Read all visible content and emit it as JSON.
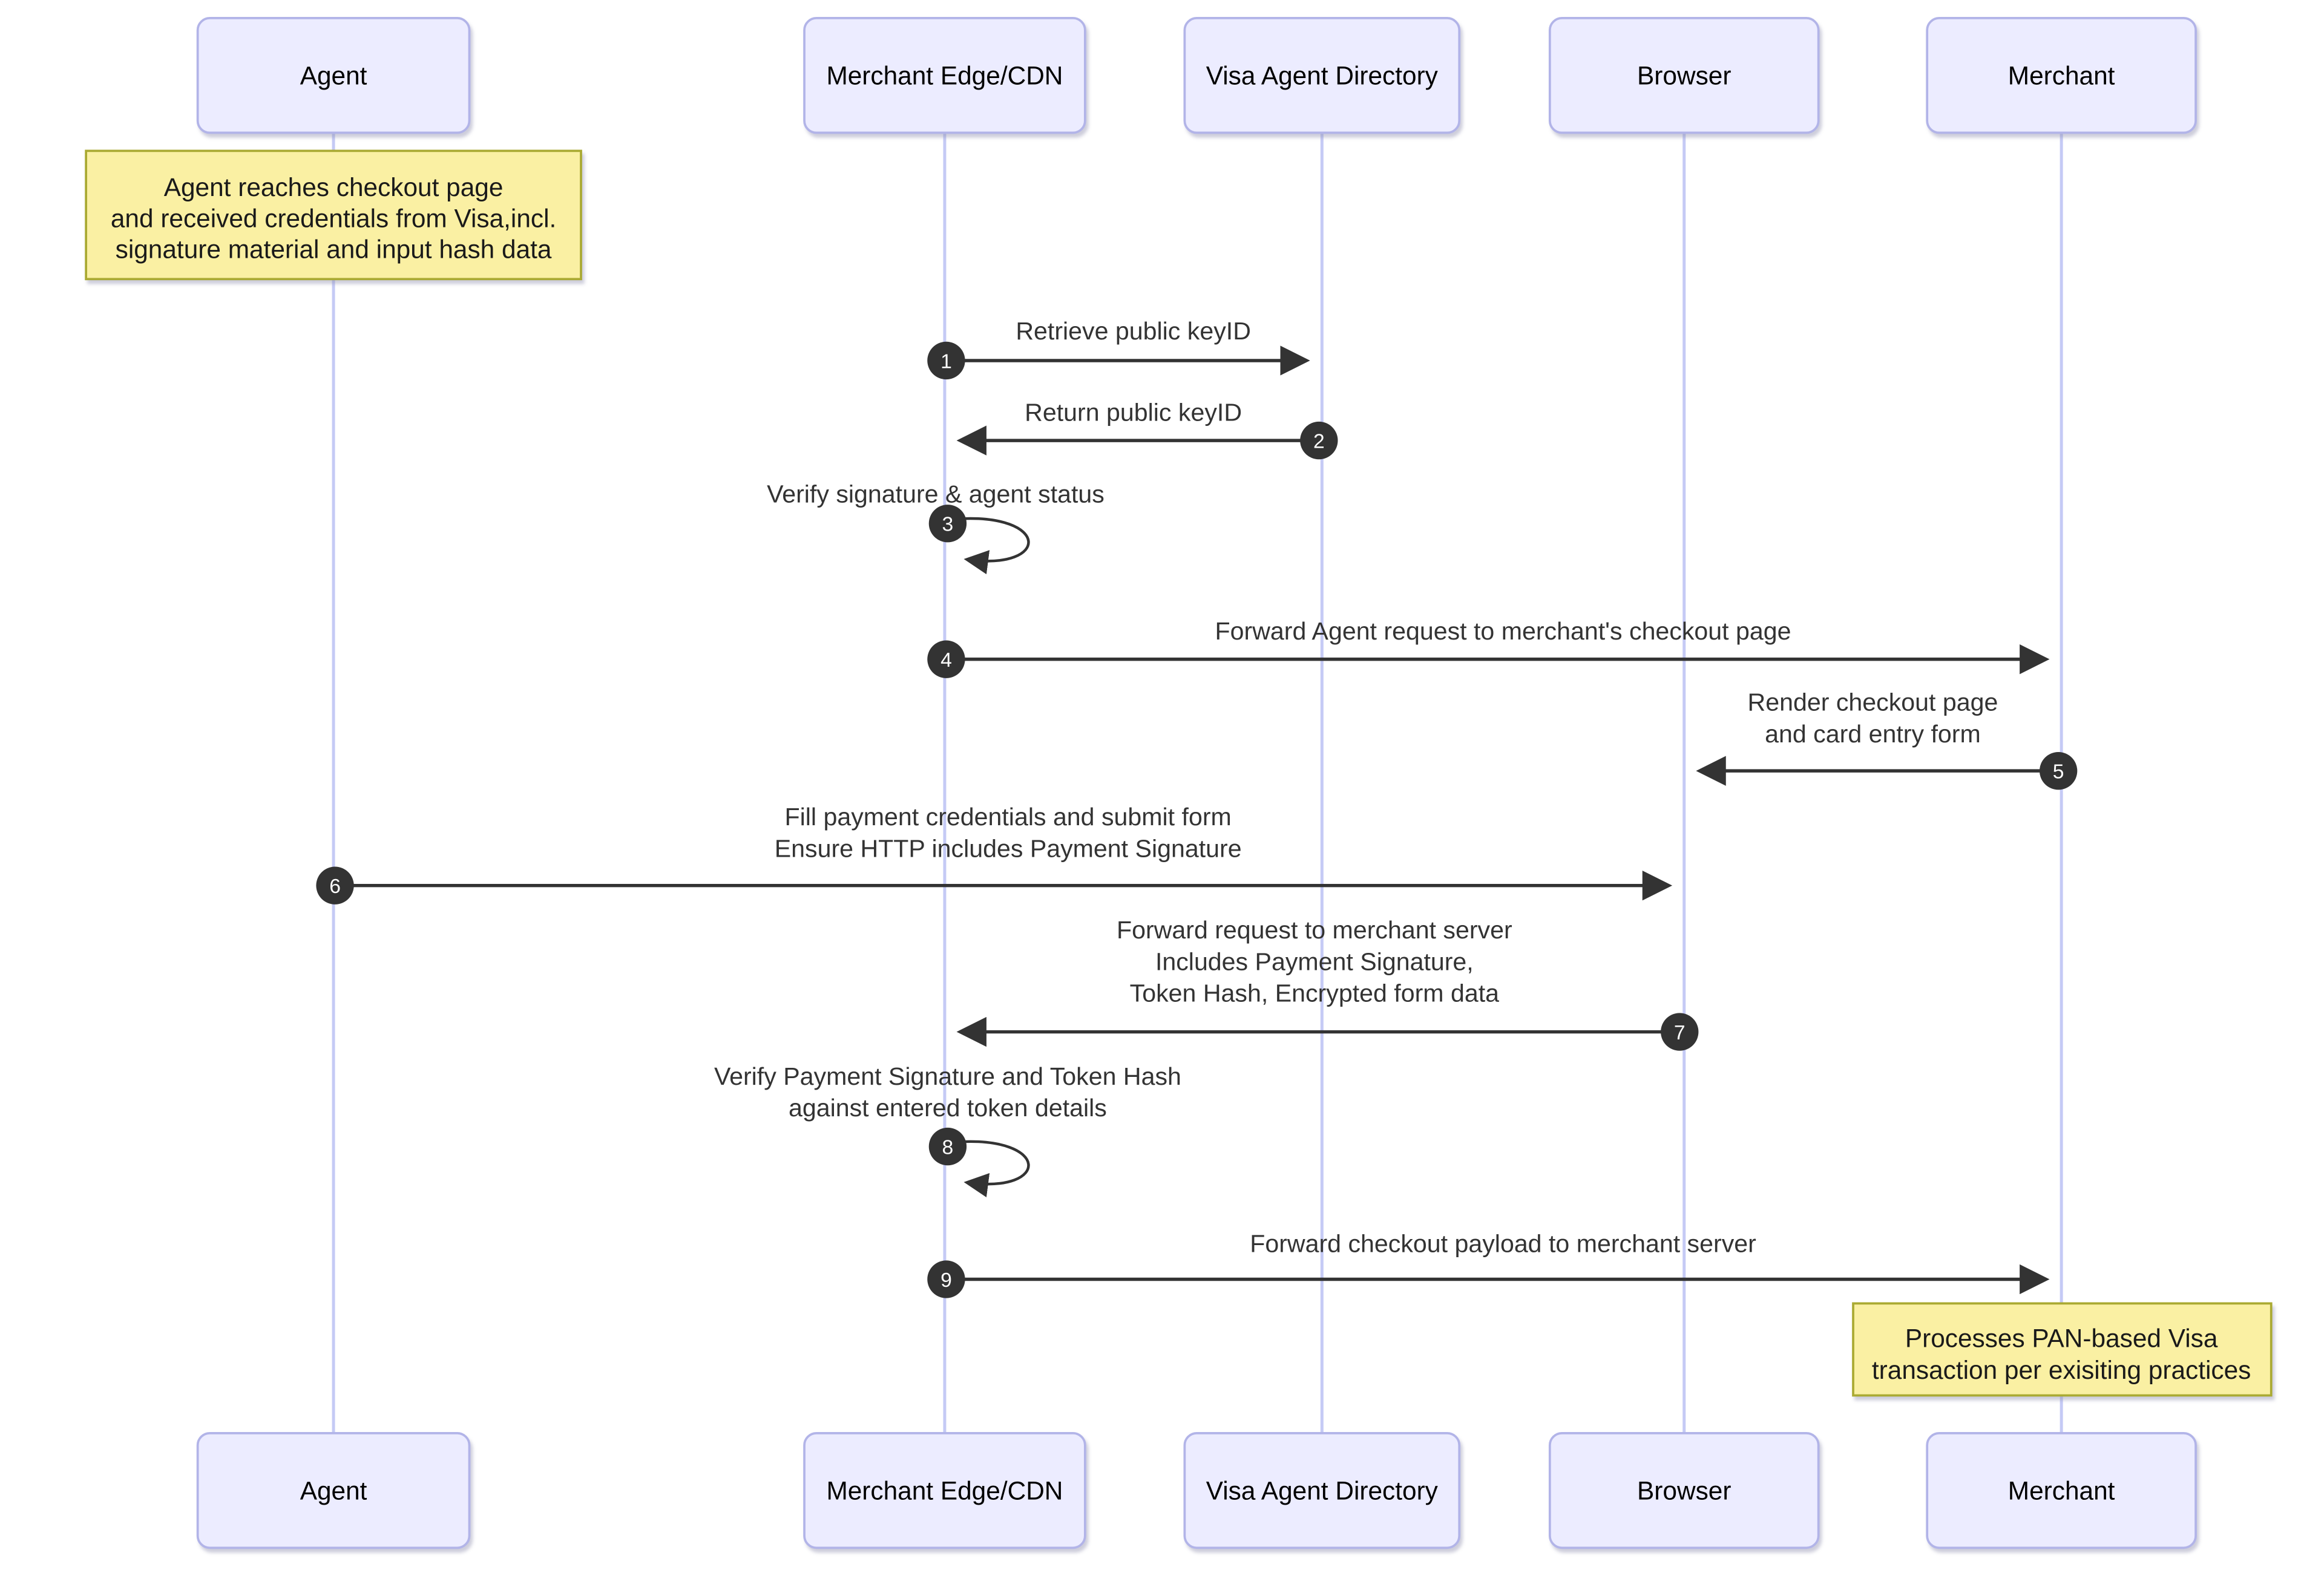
{
  "diagram": {
    "type": "sequence",
    "participants": [
      {
        "id": "agent",
        "label": "Agent"
      },
      {
        "id": "merchant-edge-cdn",
        "label": "Merchant Edge/CDN"
      },
      {
        "id": "visa-agent-directory",
        "label": "Visa Agent Directory"
      },
      {
        "id": "browser",
        "label": "Browser"
      },
      {
        "id": "merchant",
        "label": "Merchant"
      }
    ],
    "notes": [
      {
        "over": "agent",
        "lines": [
          "Agent reaches checkout page",
          "and received credentials from Visa,incl.",
          "signature material and input hash data"
        ]
      },
      {
        "over": "merchant",
        "lines": [
          "Processes PAN-based Visa",
          "transaction per exisiting practices"
        ]
      }
    ],
    "messages": [
      {
        "num": "1",
        "from": "merchant-edge-cdn",
        "to": "visa-agent-directory",
        "lines": [
          "Retrieve public keyID"
        ]
      },
      {
        "num": "2",
        "from": "visa-agent-directory",
        "to": "merchant-edge-cdn",
        "lines": [
          "Return public keyID"
        ]
      },
      {
        "num": "3",
        "from": "merchant-edge-cdn",
        "to": "merchant-edge-cdn",
        "self": true,
        "lines": [
          "Verify signature & agent status"
        ]
      },
      {
        "num": "4",
        "from": "merchant-edge-cdn",
        "to": "merchant",
        "lines": [
          "Forward Agent request to merchant's checkout page"
        ]
      },
      {
        "num": "5",
        "from": "merchant",
        "to": "browser",
        "lines": [
          "Render checkout page",
          "and card entry form"
        ]
      },
      {
        "num": "6",
        "from": "agent",
        "to": "browser",
        "lines": [
          "Fill payment credentials and submit form",
          "Ensure HTTP includes Payment Signature"
        ]
      },
      {
        "num": "7",
        "from": "browser",
        "to": "merchant-edge-cdn",
        "lines": [
          "Forward request to merchant server",
          "Includes Payment Signature,",
          "Token Hash, Encrypted form data"
        ]
      },
      {
        "num": "8",
        "from": "merchant-edge-cdn",
        "to": "merchant-edge-cdn",
        "self": true,
        "lines": [
          "Verify Payment Signature and Token Hash",
          "against entered token details"
        ]
      },
      {
        "num": "9",
        "from": "merchant-edge-cdn",
        "to": "merchant",
        "lines": [
          "Forward checkout payload to merchant server"
        ]
      }
    ],
    "colors": {
      "actor_fill": "#ECECFF",
      "actor_border": "#B2B4E8",
      "lifeline": "#C5CAF5",
      "note_fill": "#FAF0A3",
      "note_border": "#AAAA33",
      "arrow": "#333333",
      "badge_fill": "#333333",
      "badge_text": "#ffffff",
      "background": "#ffffff"
    }
  }
}
